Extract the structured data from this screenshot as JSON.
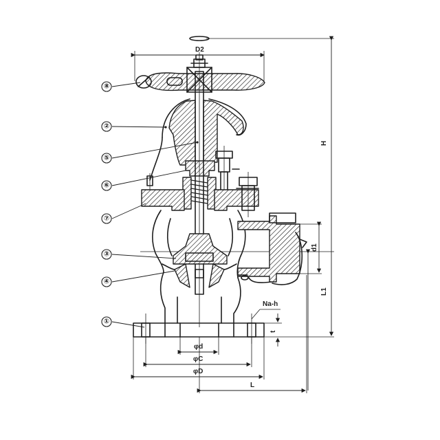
{
  "diagram": {
    "balloons": [
      "⑧",
      "②",
      "⑤",
      "⑥",
      "⑦",
      "③",
      "④",
      "①"
    ],
    "dimensions": {
      "D2": "D2",
      "H": "H",
      "d1": "d1",
      "L1": "L1",
      "Na_h": "Na-h",
      "t": "t",
      "phi_d": "φd",
      "phi_C": "φC",
      "phi_D": "φD",
      "L": "L"
    }
  }
}
